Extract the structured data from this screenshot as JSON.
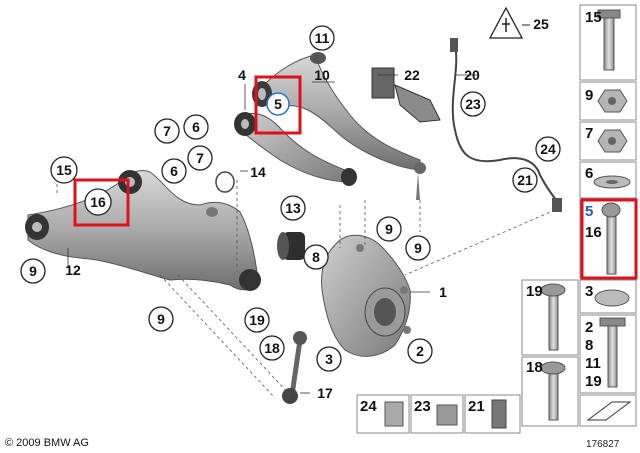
{
  "callouts": {
    "c1": "1",
    "c2": "2",
    "c3": "3",
    "c4": "4",
    "c5": "5",
    "c6a": "6",
    "c6b": "6",
    "c7a": "7",
    "c7b": "7",
    "c8": "8",
    "c9a": "9",
    "c9b": "9",
    "c9c": "9",
    "c10": "10",
    "c11": "11",
    "c12": "12",
    "c13": "13",
    "c14": "14",
    "c15": "15",
    "c16": "16",
    "c17": "17",
    "c18": "18",
    "c19": "19",
    "c20": "20",
    "c21": "21",
    "c22": "22",
    "c23": "23",
    "c24": "24",
    "c25": "25"
  },
  "side_panel": {
    "p15": "15",
    "p9": "9",
    "p7": "7",
    "p6": "6",
    "p5": "5",
    "p16": "16",
    "p3": "3",
    "p19": "19",
    "p2": "2",
    "p8": "8",
    "p11": "11",
    "p19b": "19",
    "p18": "18",
    "p24": "24",
    "p23": "23",
    "p21": "21"
  },
  "highlight_color": "#e0101a",
  "footer": {
    "copyright": "© 2009 BMW AG",
    "ref_number": "176827"
  }
}
